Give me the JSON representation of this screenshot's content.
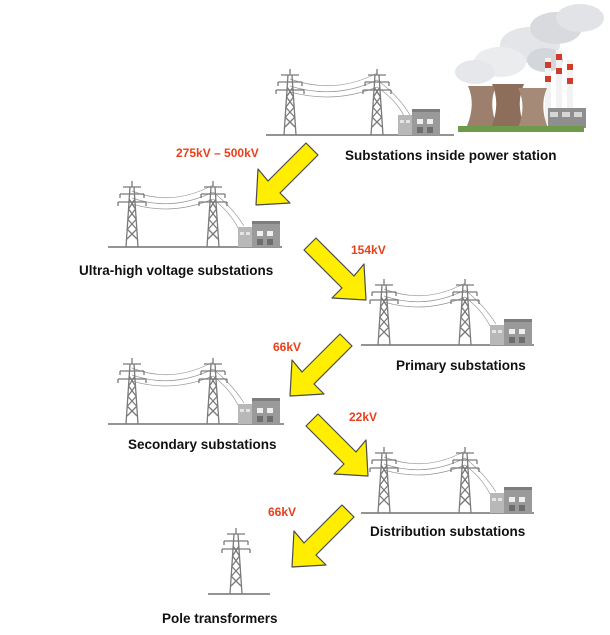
{
  "stages": [
    {
      "label": "Substations inside power station"
    },
    {
      "label": "Ultra-high voltage substations"
    },
    {
      "label": "Primary substations"
    },
    {
      "label": "Secondary substations"
    },
    {
      "label": "Distribution substations"
    },
    {
      "label": "Pole transformers"
    }
  ],
  "voltages": [
    "275kV – 500kV",
    "154kV",
    "66kV",
    "22kV",
    "66kV"
  ],
  "colors": {
    "voltage_text": "#e8401c",
    "arrow_fill": "#ffee00",
    "arrow_stroke": "#4a4a4a",
    "tower": "#7a7a7a",
    "building": "#9a9a9a",
    "cooling_tower": "#9c7f6c",
    "chimney_red": "#d23a2a"
  },
  "icons": [
    "transmission-tower-icon",
    "substation-building-icon",
    "power-station-icon",
    "arrow-down-left-icon",
    "arrow-down-right-icon"
  ]
}
